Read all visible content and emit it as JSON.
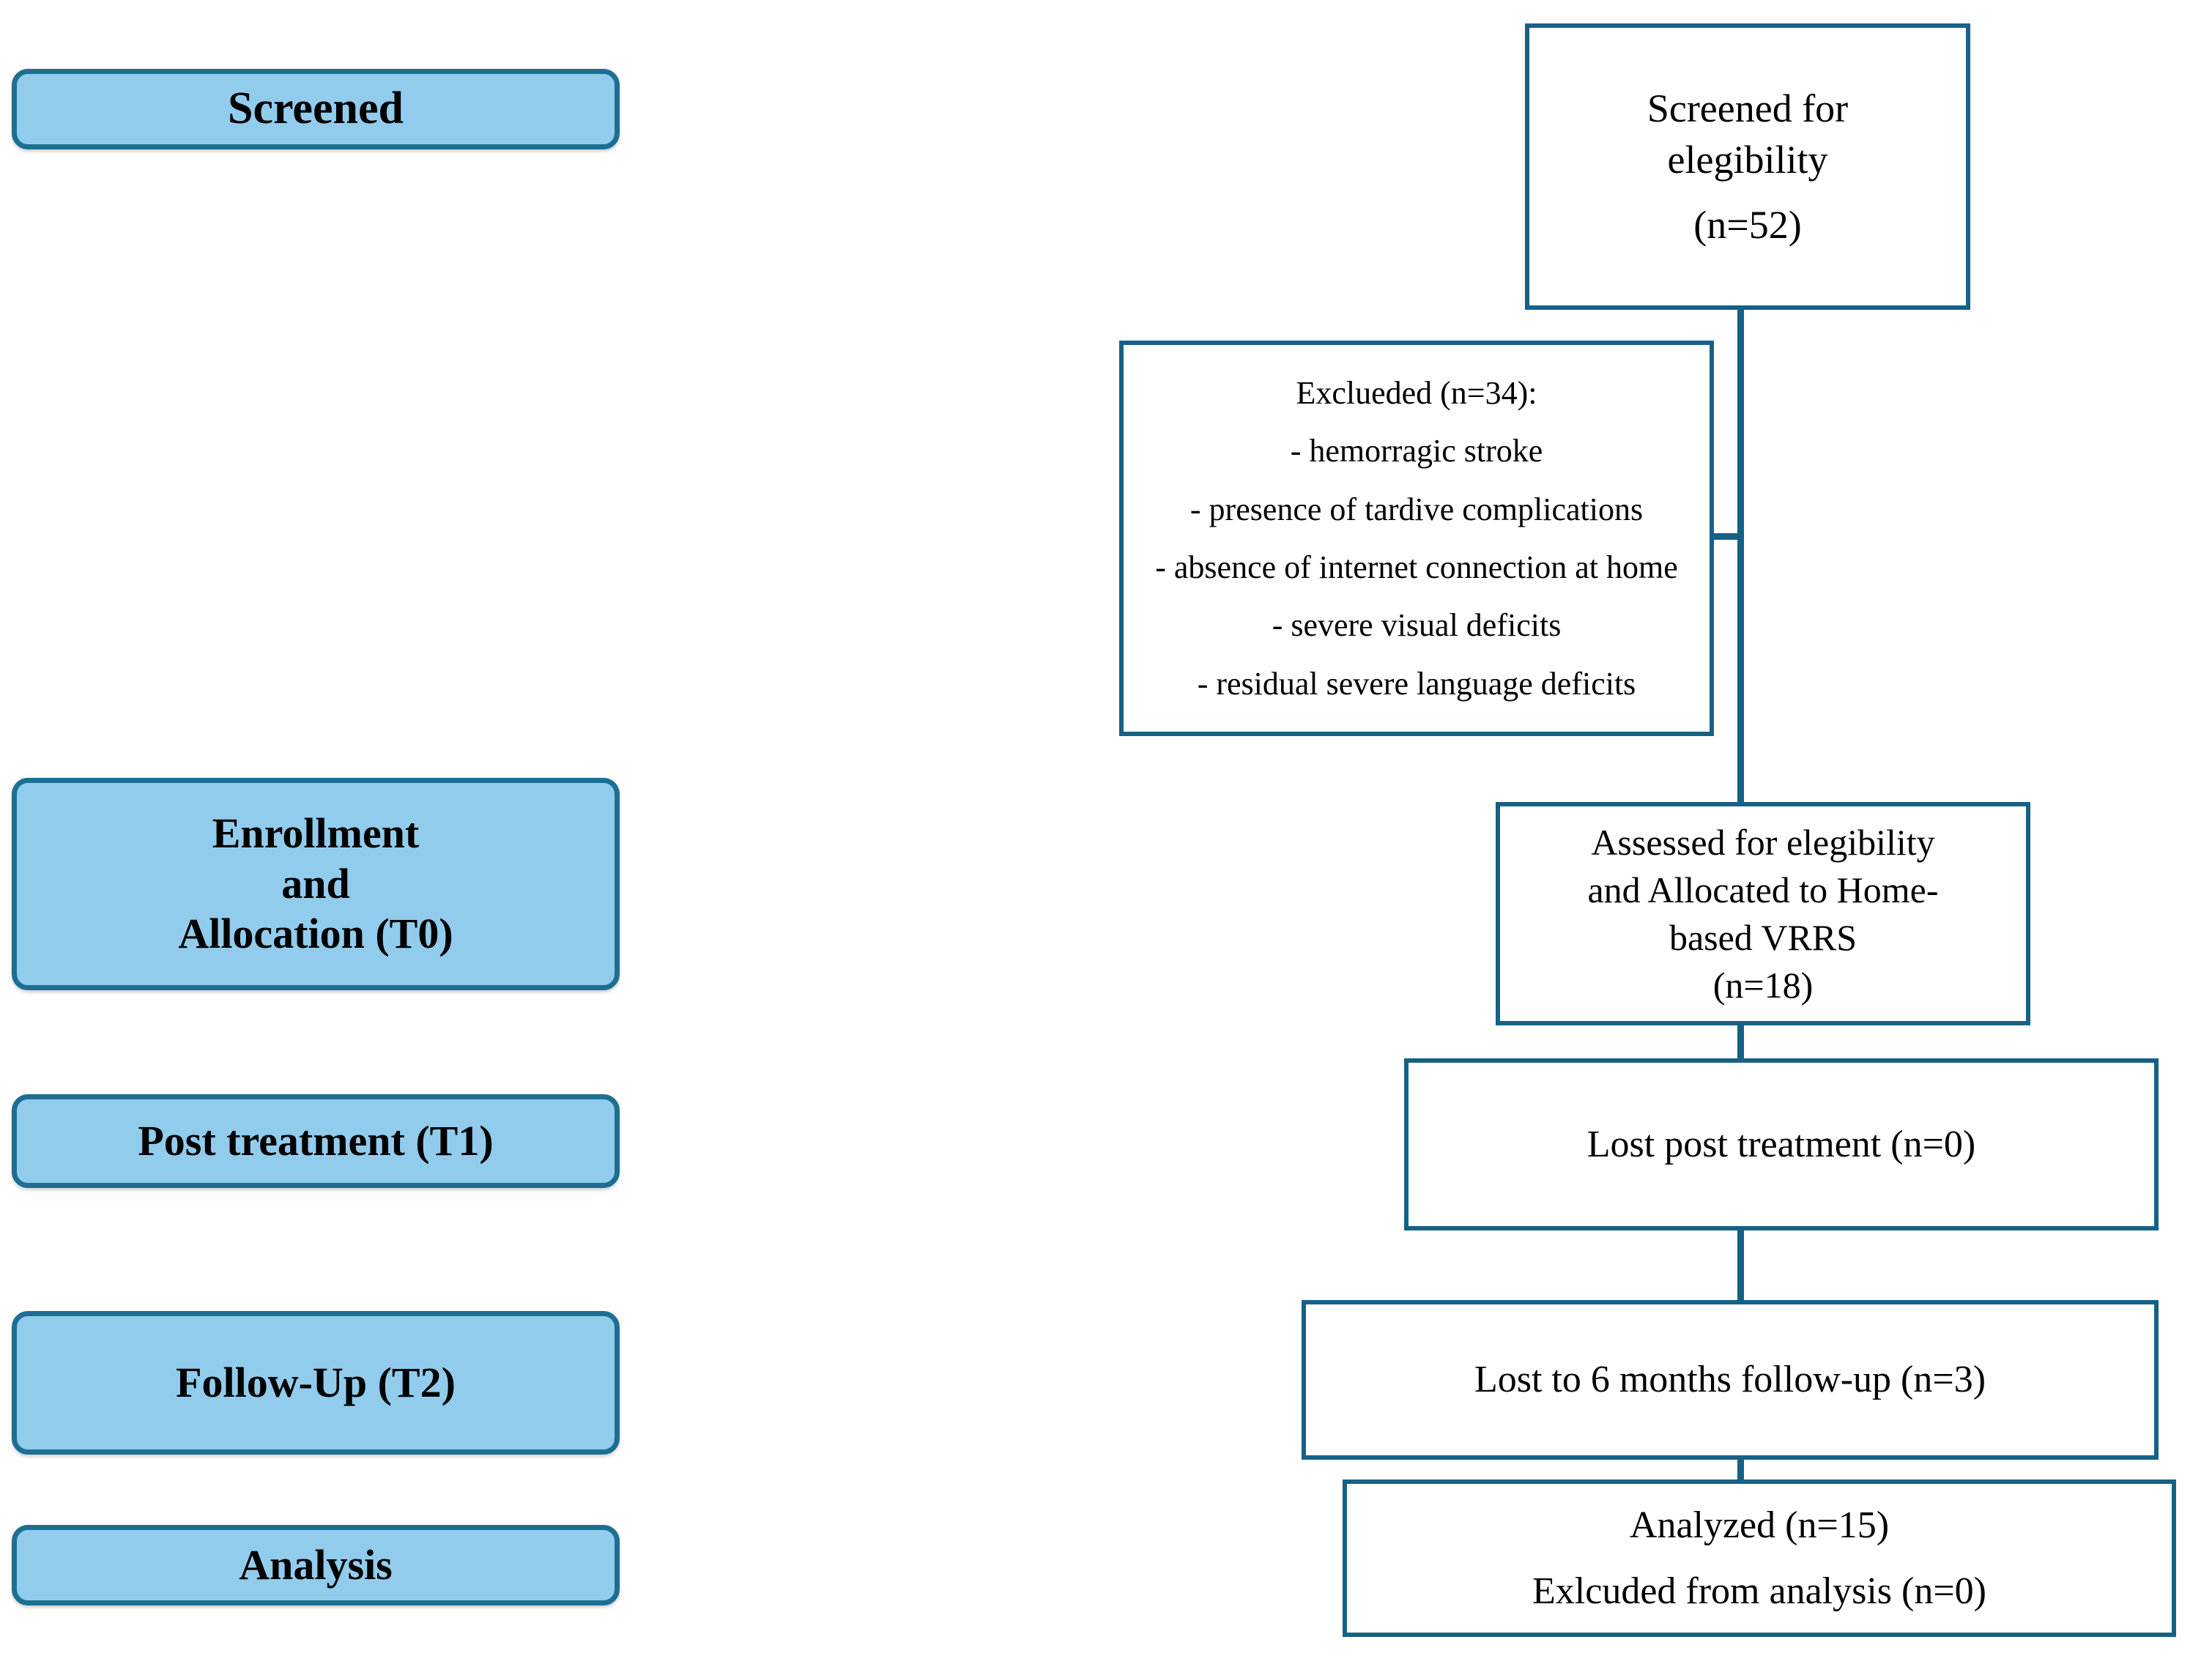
{
  "diagram": {
    "title": "CONSORT participant flow diagram",
    "colors": {
      "stage_fill": "#92ccec",
      "stage_border": "#1d6e93",
      "box_border": "#166186",
      "box_fill": "#ffffff",
      "text": "#000000"
    }
  },
  "stages": [
    {
      "id": "screened",
      "label": "Screened"
    },
    {
      "id": "enrollment",
      "line1": "Enrollment",
      "line2": "and",
      "line3": "Allocation (T0)"
    },
    {
      "id": "post",
      "label": "Post treatment (T1)"
    },
    {
      "id": "followup",
      "label": "Follow-Up (T2)"
    },
    {
      "id": "analysis",
      "label": "Analysis"
    }
  ],
  "flow": {
    "screened_box": {
      "line1": "Screened for",
      "line2": "elegibility",
      "line3": "(n=52)"
    },
    "excluded_box": {
      "title": "Exclueded  (n=34):",
      "items": [
        "- hemorragic stroke",
        "- presence  of tardive  complications",
        "- absence of internet connection  at home",
        "- severe visual  deficits",
        "- residual  severe  language  deficits"
      ]
    },
    "allocated_box": {
      "line1": "Assessed for elegibility",
      "line2": "and Allocated to Home-",
      "line3": "based VRRS",
      "line4": "(n=18)"
    },
    "lost_post_box": {
      "label": "Lost post treatment (n=0)"
    },
    "lost_followup_box": {
      "label": "Lost to 6 months follow-up (n=3)"
    },
    "analyzed_box": {
      "line1": "Analyzed (n=15)",
      "line2": "Exlcuded from analysis (n=0)"
    }
  },
  "chart_data": {
    "type": "table",
    "title": "CONSORT participant flow counts",
    "categories": [
      "Screened for elegibility",
      "Exclueded",
      "Assessed for elegibility and Allocated to Home-based VRRS",
      "Lost post treatment",
      "Lost to 6 months follow-up",
      "Analyzed",
      "Exlcuded from analysis"
    ],
    "values": [
      52,
      34,
      18,
      0,
      3,
      15,
      0
    ]
  }
}
